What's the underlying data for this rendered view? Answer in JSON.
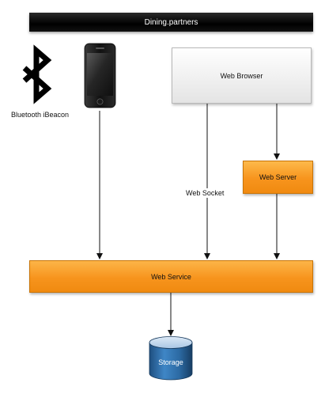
{
  "title": "Dining.partners",
  "nodes": {
    "bluetooth_label": "Bluetooth iBeacon",
    "web_browser": "Web Browser",
    "web_server": "Web Server",
    "web_socket": "Web Socket",
    "web_service": "Web Service",
    "storage": "Storage"
  },
  "icons": {
    "bluetooth": "bluetooth-icon",
    "phone": "smartphone-icon",
    "storage": "database-cylinder-icon"
  },
  "colors": {
    "header_bg": "#000000",
    "service_orange": "#f7941d",
    "browser_gray": "#e4e4e4",
    "storage_blue": "#2c6aa3"
  }
}
